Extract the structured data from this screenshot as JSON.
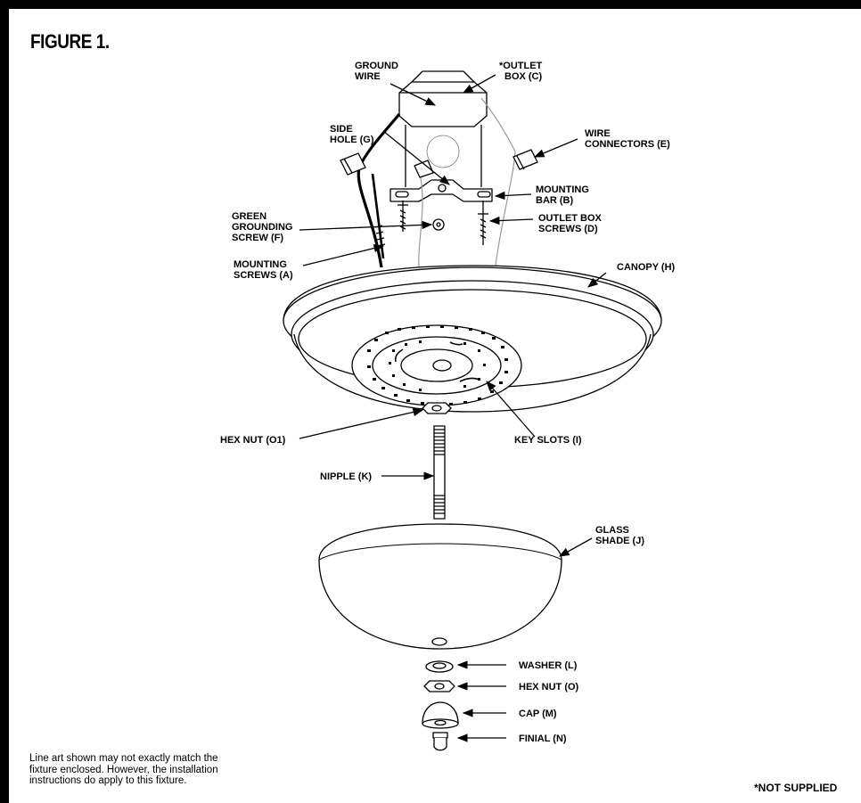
{
  "figure": {
    "title": "FIGURE 1.",
    "labels": {
      "ground_wire": [
        "GROUND",
        "WIRE"
      ],
      "outlet_box": [
        "*OUTLET",
        "BOX (C)"
      ],
      "side_hole": [
        "SIDE",
        "HOLE (G)"
      ],
      "wire_connectors": [
        "WIRE",
        "CONNECTORS (E)"
      ],
      "mounting_bar": [
        "MOUNTING",
        "BAR (B)"
      ],
      "green_grounding_screw": [
        "GREEN",
        "GROUNDING",
        "SCREW (F)"
      ],
      "outlet_box_screws": [
        "OUTLET BOX",
        "SCREWS (D)"
      ],
      "mounting_screws": [
        "MOUNTING",
        "SCREWS (A)"
      ],
      "canopy": [
        "CANOPY (H)"
      ],
      "hex_nut_o1": [
        "HEX NUT (O1)"
      ],
      "key_slots": [
        "KEY SLOTS (I)"
      ],
      "nipple": [
        "NIPPLE (K)"
      ],
      "glass_shade": [
        "GLASS",
        "SHADE (J)"
      ],
      "washer": [
        "WASHER (L)"
      ],
      "hex_nut_o": [
        "HEX NUT (O)"
      ],
      "cap": [
        "CAP (M)"
      ],
      "finial": [
        "FINIAL (N)"
      ]
    },
    "note": [
      "Line art shown may not exactly match the",
      "fixture enclosed. However, the installation",
      "instructions do apply to this fixture."
    ],
    "not_supplied": "*NOT SUPPLIED"
  },
  "colors": {
    "ink": "#000000",
    "paper": "#ffffff",
    "wire_gray": "#9a9a9a"
  }
}
